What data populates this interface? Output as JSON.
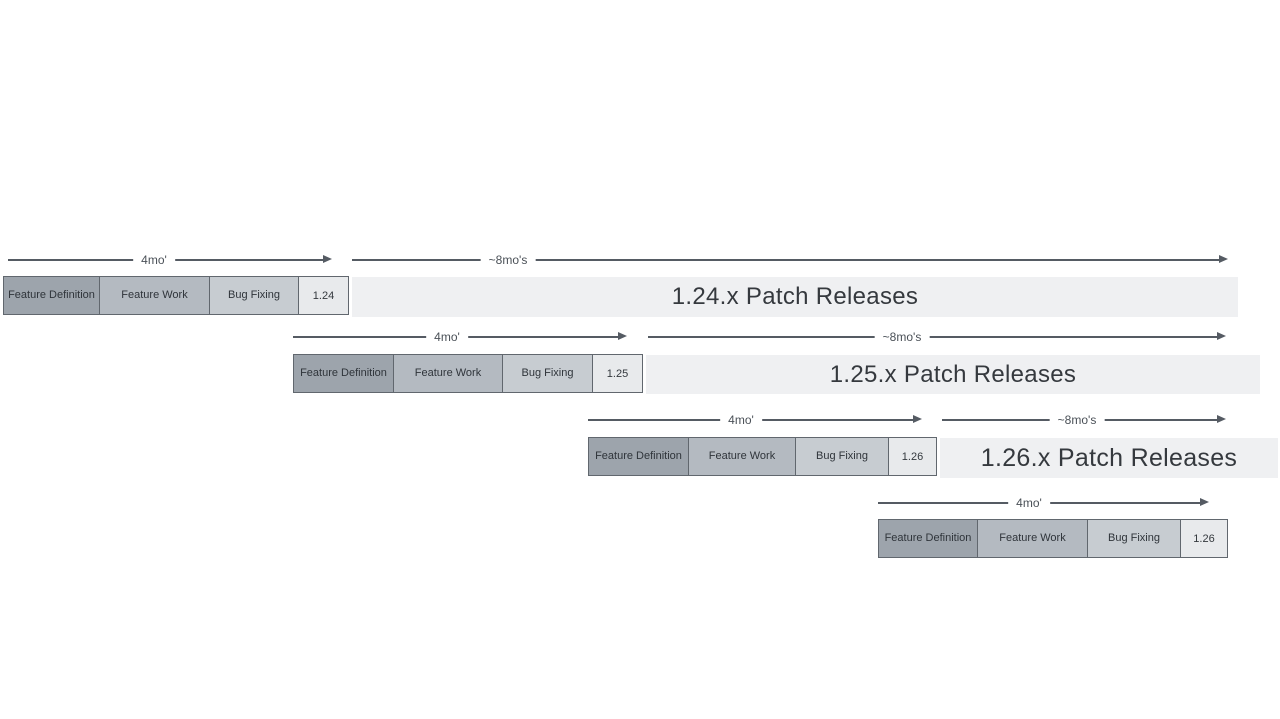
{
  "diagram": {
    "description": "Staggered software release cycle timeline with overlapping versions",
    "arrow_labels": {
      "dev_duration": "4mo'",
      "patch_duration": "~8mo's"
    },
    "phases": {
      "feature_definition": "Feature Definition",
      "feature_work": "Feature Work",
      "bug_fixing": "Bug Fixing"
    },
    "rows": [
      {
        "version": "1.24",
        "phases": [
          "Feature Definition",
          "Feature Work",
          "Bug Fixing"
        ],
        "patch_label": "1.24.x Patch Releases"
      },
      {
        "version": "1.25",
        "phases": [
          "Feature Definition",
          "Feature Work",
          "Bug Fixing"
        ],
        "patch_label": "1.25.x Patch Releases"
      },
      {
        "version": "1.26",
        "phases": [
          "Feature Definition",
          "Feature Work",
          "Bug Fixing"
        ],
        "patch_label": "1.26.x Patch Releases"
      },
      {
        "version": "1.26",
        "phases": [
          "Feature Definition",
          "Feature Work",
          "Bug Fixing"
        ],
        "patch_label": ""
      }
    ],
    "colors": {
      "feature_definition_fill": "#9da4ac",
      "feature_work_fill": "#b4bac1",
      "bug_fixing_fill": "#c7ccd1",
      "version_box_fill": "#e8eaec",
      "patch_bar_fill": "#eff0f2",
      "box_border": "#61676e",
      "arrow": "#555b63",
      "text": "#2f343a",
      "background": "#ffffff"
    }
  }
}
